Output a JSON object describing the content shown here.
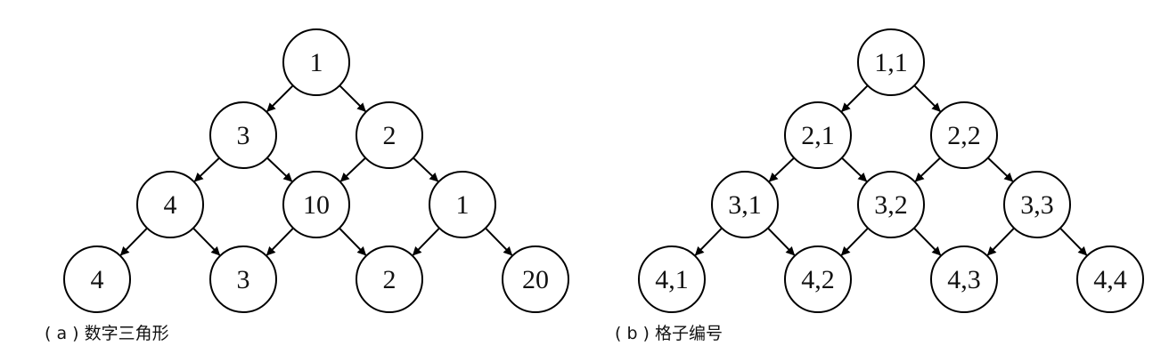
{
  "panels": [
    {
      "id": "a",
      "caption": "( a ) 数字三角形",
      "rows": [
        [
          "1"
        ],
        [
          "3",
          "2"
        ],
        [
          "4",
          "10",
          "1"
        ],
        [
          "4",
          "3",
          "2",
          "20"
        ]
      ]
    },
    {
      "id": "b",
      "caption": "( b ) 格子编号",
      "rows": [
        [
          "1,1"
        ],
        [
          "2,1",
          "2,2"
        ],
        [
          "3,1",
          "3,2",
          "3,3"
        ],
        [
          "4,1",
          "4,2",
          "4,3",
          "4,4"
        ]
      ]
    }
  ],
  "colors": {
    "stroke": "#000000",
    "fill": "#ffffff",
    "text": "#111111"
  }
}
